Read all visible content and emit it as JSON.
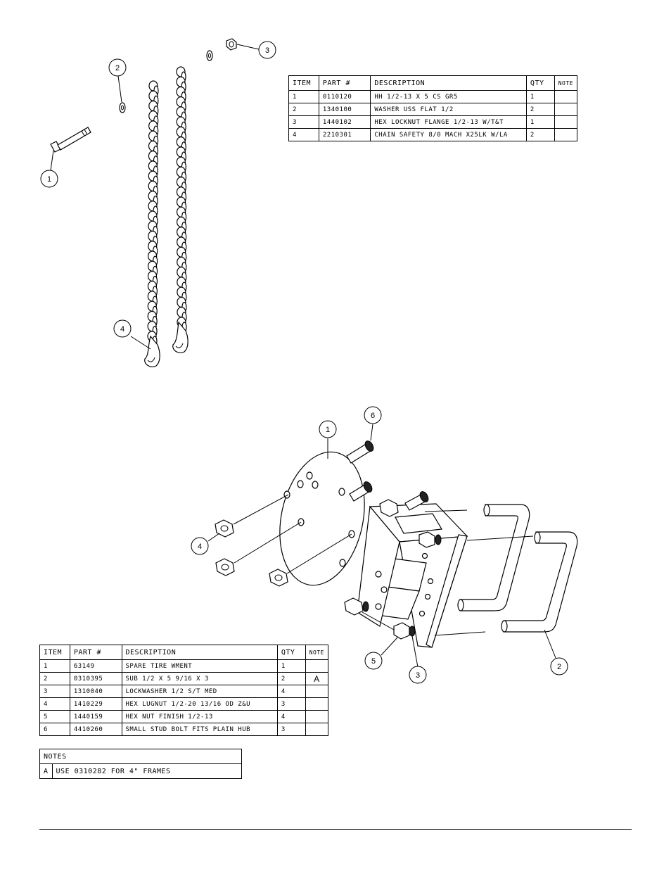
{
  "upper_assembly": {
    "callouts": [
      "1",
      "2",
      "3",
      "4"
    ],
    "table": {
      "headers": [
        "ITEM",
        "PART #",
        "DESCRIPTION",
        "QTY",
        "NOTE"
      ],
      "rows": [
        {
          "item": "1",
          "part": "0110120",
          "description": "HH 1/2-13 X 5 CS GR5",
          "qty": "1",
          "note": ""
        },
        {
          "item": "2",
          "part": "1340100",
          "description": "WASHER USS FLAT 1/2",
          "qty": "2",
          "note": ""
        },
        {
          "item": "3",
          "part": "1440102",
          "description": "HEX LOCKNUT FLANGE 1/2-13 W/T&T",
          "qty": "1",
          "note": ""
        },
        {
          "item": "4",
          "part": "2210301",
          "description": "CHAIN SAFETY 8/0 MACH X25LK W/LA",
          "qty": "2",
          "note": ""
        }
      ]
    }
  },
  "lower_assembly": {
    "callouts": [
      "1",
      "2",
      "3",
      "4",
      "5",
      "6"
    ],
    "table": {
      "headers": [
        "ITEM",
        "PART #",
        "DESCRIPTION",
        "QTY",
        "NOTE"
      ],
      "rows": [
        {
          "item": "1",
          "part": "63149",
          "description": "SPARE TIRE WMENT",
          "qty": "1",
          "note": ""
        },
        {
          "item": "2",
          "part": "0310395",
          "description": "SUB 1/2 X 5 9/16 X 3",
          "qty": "2",
          "note": "A"
        },
        {
          "item": "3",
          "part": "1310040",
          "description": "LOCKWASHER 1/2 S/T MED",
          "qty": "4",
          "note": ""
        },
        {
          "item": "4",
          "part": "1410229",
          "description": "HEX LUGNUT 1/2-20 13/16 OD Z&U",
          "qty": "3",
          "note": ""
        },
        {
          "item": "5",
          "part": "1440159",
          "description": "HEX NUT FINISH 1/2-13",
          "qty": "4",
          "note": ""
        },
        {
          "item": "6",
          "part": "4410260",
          "description": "SMALL STUD BOLT FITS PLAIN HUB",
          "qty": "3",
          "note": ""
        }
      ]
    },
    "notes": {
      "header": "NOTES",
      "rows": [
        {
          "key": "A",
          "text": "USE 0310282 FOR 4\" FRAMES"
        }
      ]
    }
  }
}
